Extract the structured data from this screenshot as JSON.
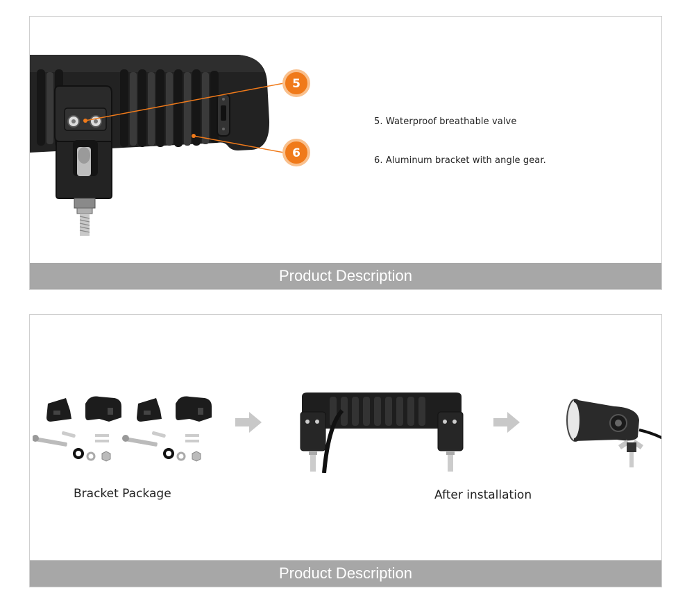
{
  "section_top": {
    "callouts": [
      {
        "number": "5",
        "text": "5.  Waterproof breathable valve"
      },
      {
        "number": "6",
        "text": "6.  Aluminum bracket with angle gear."
      }
    ],
    "banner": "Product Description"
  },
  "section_bottom": {
    "captions": {
      "bracket": "Bracket Package",
      "after": "After installation"
    },
    "banner": "Product Description"
  },
  "colors": {
    "accent_orange": "#f07a1a",
    "banner_gray": "#a7a7a7",
    "arrow_gray": "#c8c8c8",
    "product_black": "#1e1e1e"
  }
}
